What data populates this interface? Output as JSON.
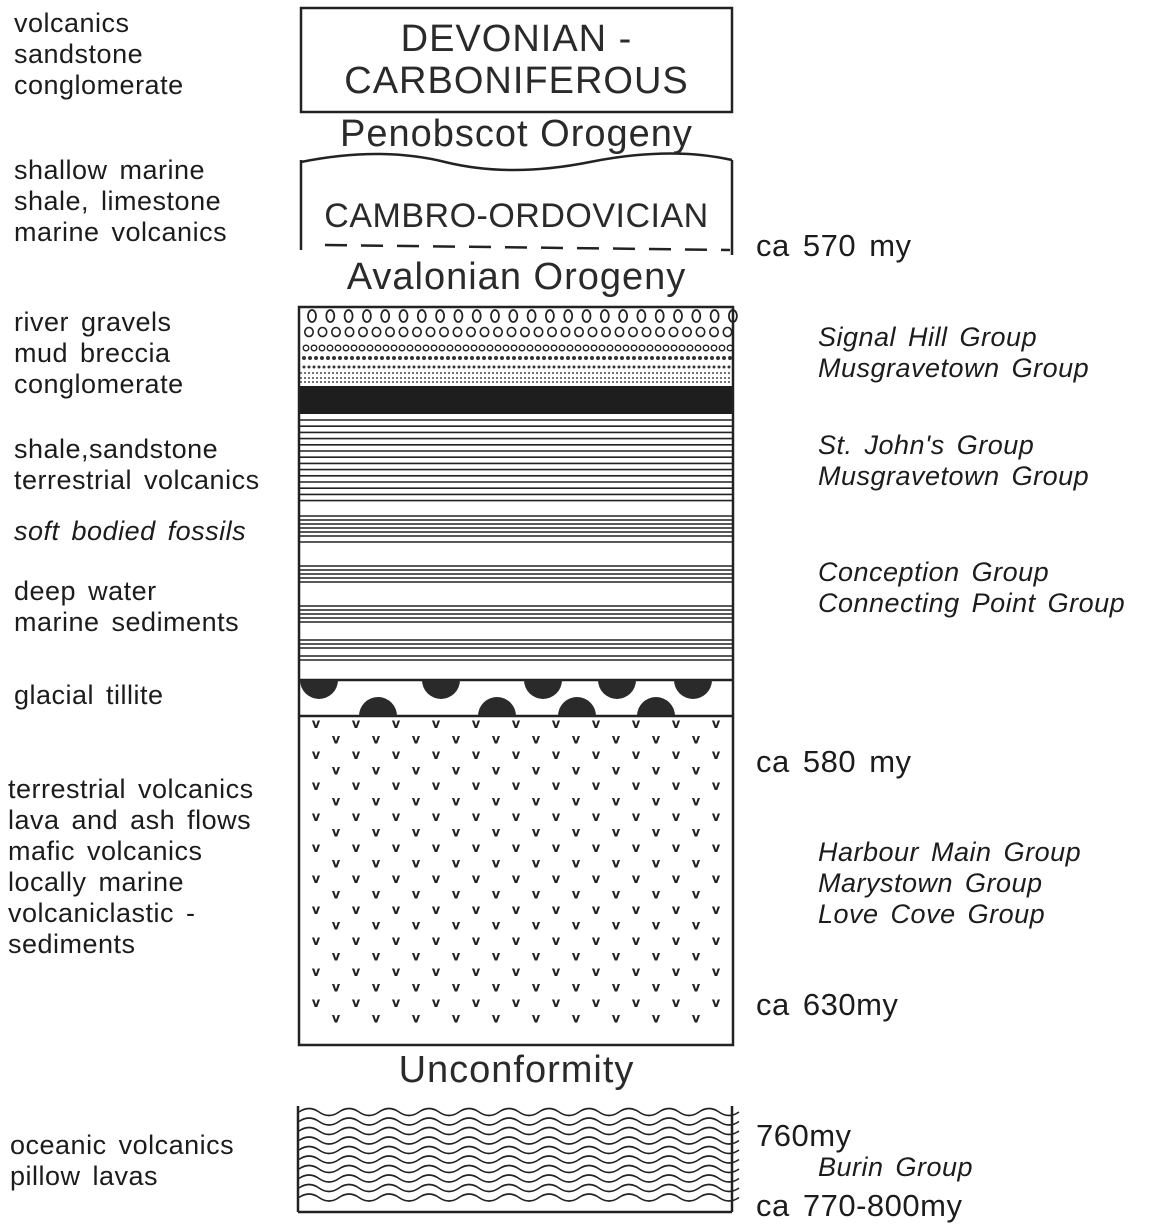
{
  "left_labels": {
    "devonian": [
      "volcanics",
      "sandstone",
      "conglomerate"
    ],
    "cambro": [
      "shallow marine",
      "shale, limestone",
      "marine volcanics"
    ],
    "river": [
      "river gravels",
      "mud breccia",
      "conglomerate"
    ],
    "shale": [
      "shale,sandstone",
      "terrestrial volcanics"
    ],
    "fossils": "soft bodied fossils",
    "deep": [
      "deep water",
      "marine sediments"
    ],
    "glacial": "glacial tillite",
    "terrestrial": [
      "terrestrial volcanics",
      "lava and ash flows",
      "mafic volcanics",
      "locally marine",
      "volcaniclastic -",
      "sediments"
    ],
    "oceanic": [
      "oceanic volcanics",
      "pillow lavas"
    ]
  },
  "column": {
    "devonian_title": [
      "DEVONIAN -",
      "CARBONIFEROUS"
    ],
    "penobscot": "Penobscot Orogeny",
    "cambro_title": "CAMBRO-ORDOVICIAN",
    "avalonian": "Avalonian Orogeny",
    "unconformity": "Unconformity"
  },
  "right_labels": {
    "age_570": "ca 570 my",
    "signal_groups": [
      "Signal Hill Group",
      "Musgravetown Group"
    ],
    "stjohns_groups": [
      "St. John's Group",
      "Musgravetown Group"
    ],
    "conception_groups": [
      "Conception Group",
      "Connecting Point Group"
    ],
    "age_580": "ca 580 my",
    "harbour_groups": [
      "Harbour Main Group",
      "Marystown Group",
      "Love Cove Group"
    ],
    "age_630": "ca 630my",
    "age_760": "760my",
    "burin": "Burin Group",
    "age_770": "ca 770-800my"
  }
}
